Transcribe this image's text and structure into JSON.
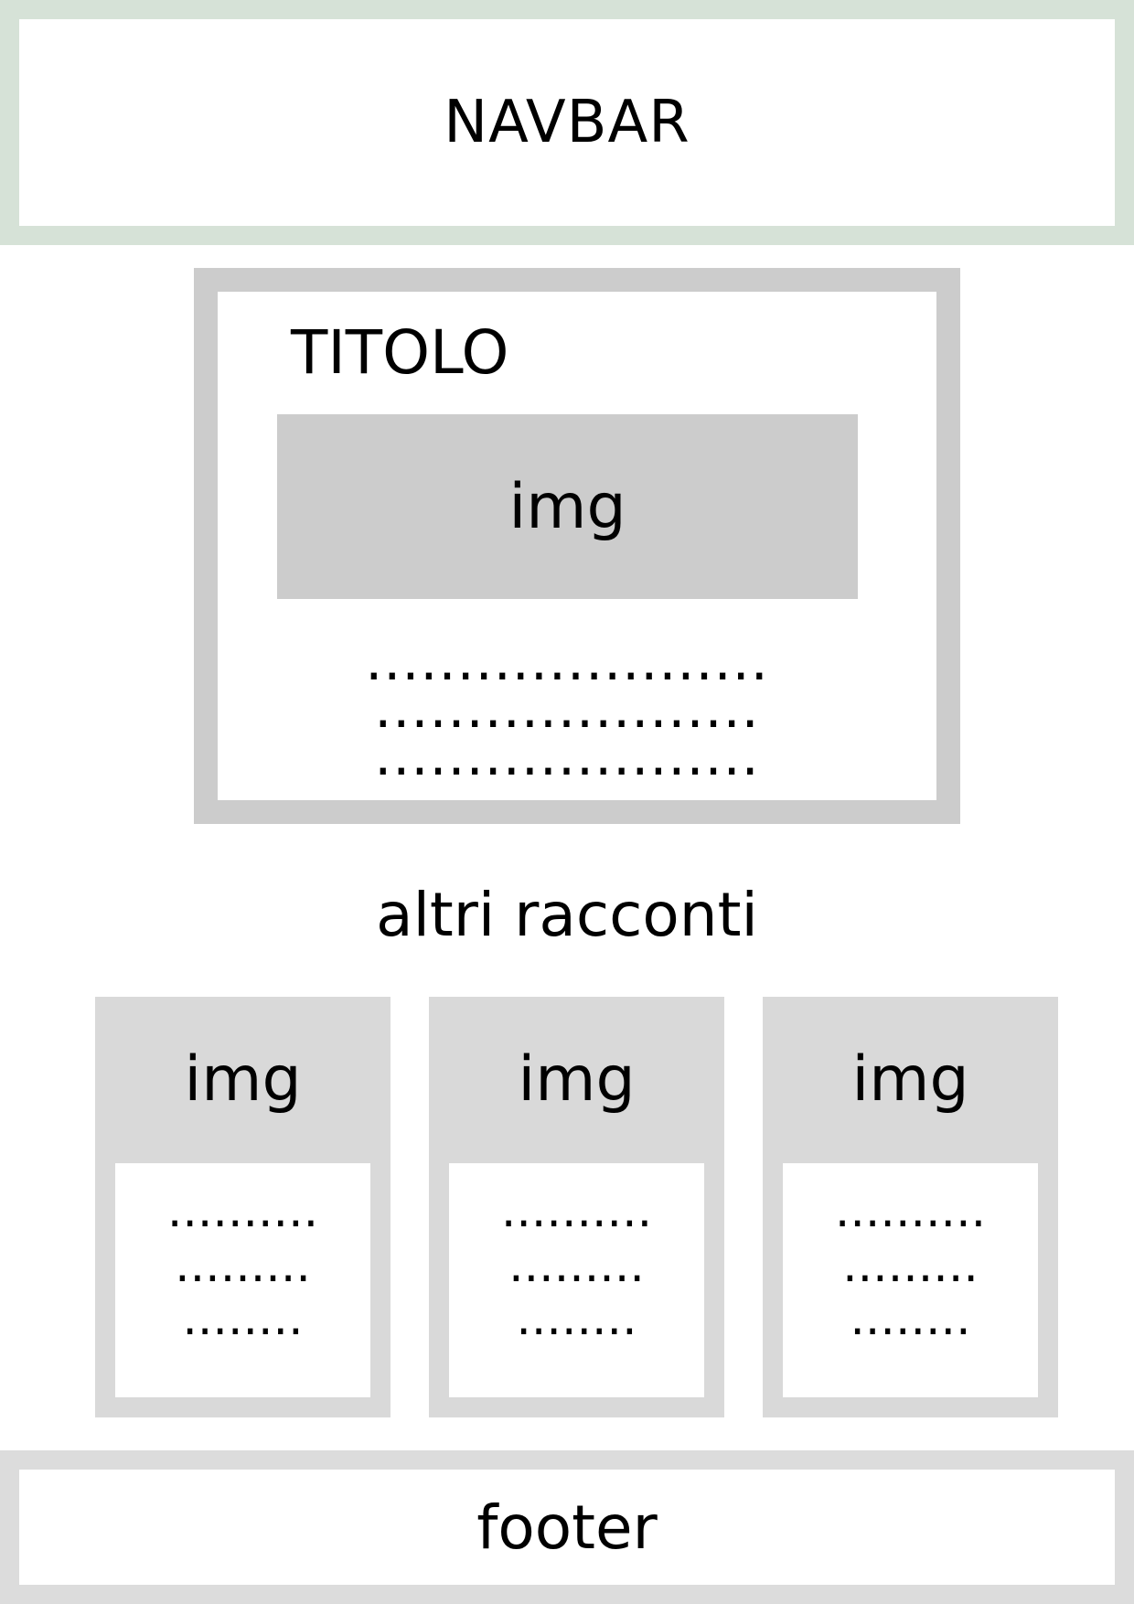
{
  "navbar": {
    "label": "NAVBAR"
  },
  "main_story": {
    "title": "TITOLO",
    "image_label": "img",
    "text_lines": [
      "......................",
      ".....................",
      "....................."
    ]
  },
  "section": {
    "heading": "altri racconti"
  },
  "cards": [
    {
      "image_label": "img",
      "text_lines": [
        "..........",
        ".........",
        "........"
      ]
    },
    {
      "image_label": "img",
      "text_lines": [
        "..........",
        ".........",
        "........"
      ]
    },
    {
      "image_label": "img",
      "text_lines": [
        "..........",
        ".........",
        "........"
      ]
    }
  ],
  "footer": {
    "label": "footer"
  },
  "colors": {
    "navbar_border": "#d6e2d7",
    "box_gray": "#cccccc",
    "card_gray": "#d9d9d9",
    "footer_border": "#dcdcdc"
  }
}
